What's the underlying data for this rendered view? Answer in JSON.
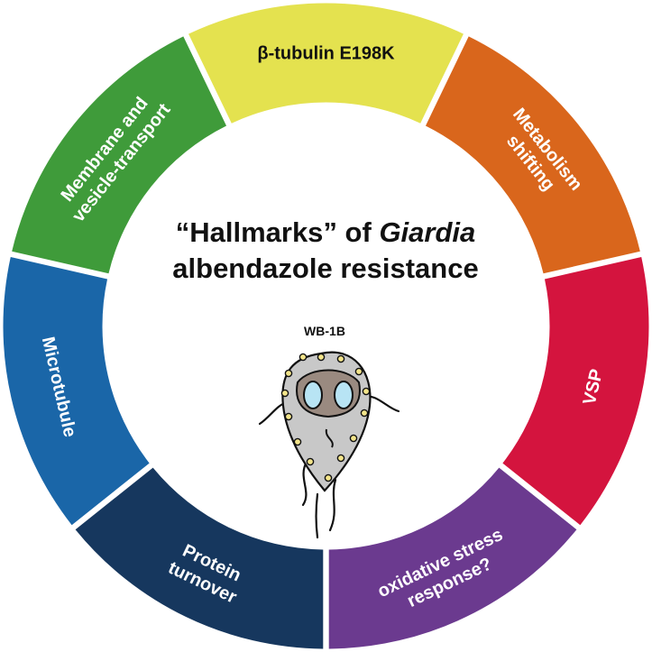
{
  "title": {
    "quote_open": "“",
    "hallmarks": "Hallmarks",
    "quote_close": "”",
    "of": " of ",
    "genus": "Giardia",
    "line2": "albendazole resistance"
  },
  "strain_label": "WB-1B",
  "segments": [
    {
      "id": "beta-tubulin",
      "lines": [
        "β-tubulin E198K"
      ],
      "color": "#e4e24f",
      "text_color": "#111111"
    },
    {
      "id": "metabolism",
      "lines": [
        "Metabolism",
        "shifting"
      ],
      "color": "#d9661c",
      "text_color": "#ffffff"
    },
    {
      "id": "vsp",
      "lines": [
        "VSP"
      ],
      "color": "#d4143e",
      "text_color": "#ffffff"
    },
    {
      "id": "oxidative-stress",
      "lines": [
        "oxidative stress",
        "response?"
      ],
      "color": "#6b3a8f",
      "text_color": "#ffffff"
    },
    {
      "id": "protein-turnover",
      "lines": [
        "Protein",
        "turnover"
      ],
      "color": "#16375e",
      "text_color": "#ffffff"
    },
    {
      "id": "microtubule",
      "lines": [
        "Microtubule"
      ],
      "color": "#1a66a8",
      "text_color": "#ffffff"
    },
    {
      "id": "membrane-vesicle",
      "lines": [
        "Membrane and",
        "vesicle-transport"
      ],
      "color": "#3f9b3a",
      "text_color": "#ffffff"
    }
  ],
  "cell_colors": {
    "body": "#c8c8c8",
    "nucleus_rim": "#9a8a80",
    "nucleus": "#b8e4f4",
    "basal_body": "#f2e48a",
    "outline": "#111111"
  }
}
